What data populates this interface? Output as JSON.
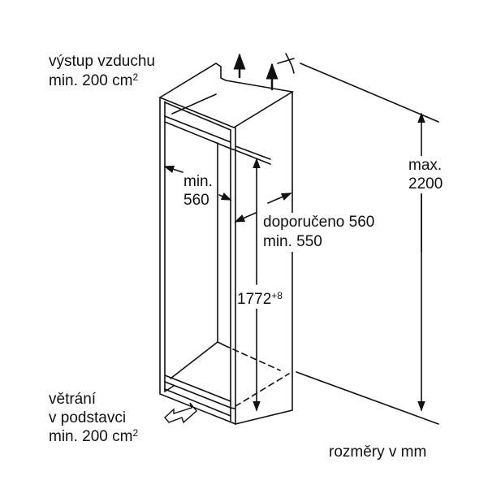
{
  "labels": {
    "air_outlet_line1": "výstup vzduchu",
    "air_outlet_line2": "min. 200 cm",
    "air_outlet_sup": "2",
    "max_line1": "max.",
    "max_line2": "2200",
    "width_line1": "min.",
    "width_line2": "560",
    "depth_line1": "doporučeno 560",
    "depth_line2": "min. 550",
    "height_value": "1772",
    "height_tolerance": "+8",
    "base_vent_line1": "větrání",
    "base_vent_line2": "v podstavci",
    "base_vent_line3": "min. 200 cm",
    "base_vent_sup": "2",
    "units_note": "rozměry v mm"
  }
}
